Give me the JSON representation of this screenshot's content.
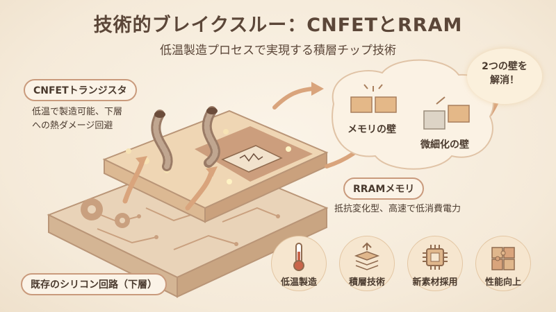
{
  "header": {
    "title": "技術的ブレイクスルー：CNFETとRRAM",
    "subtitle": "低温製造プロセスで実現する積層チップ技術"
  },
  "cnfet": {
    "label": "CNFETトランジスタ",
    "desc_line1": "低温で製造可能、下層",
    "desc_line2": "への熱ダメージ回避"
  },
  "rram": {
    "label": "RRAMメモリ",
    "desc": "抵抗変化型、高速で低消費電力"
  },
  "base": {
    "label": "既存のシリコン回路（下層）"
  },
  "walls": {
    "memory_wall": "メモリの壁",
    "scaling_wall": "微細化の壁"
  },
  "goal": {
    "line1": "2つの壁を",
    "line2": "解消！"
  },
  "features": [
    {
      "label": "低温製造",
      "icon": "thermometer-icon"
    },
    {
      "label": "積層技術",
      "icon": "layers-icon"
    },
    {
      "label": "新素材採用",
      "icon": "chip-icon"
    },
    {
      "label": "性能向上",
      "icon": "puzzle-icon"
    }
  ],
  "colors": {
    "background": "#f5ead9",
    "accent_brown": "#c99a7c",
    "arrow": "#d9a47c",
    "text": "#4a3a2e"
  }
}
